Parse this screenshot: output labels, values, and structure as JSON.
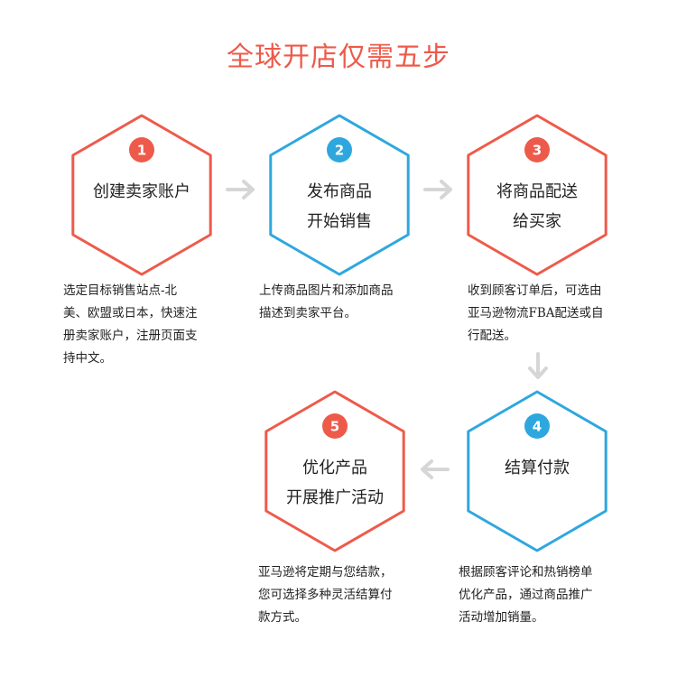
{
  "title": "全球开店仅需五步",
  "colors": {
    "red": "#ee5a4a",
    "blue": "#2ea7de",
    "arrow": "#d6d6d6",
    "title": "#ee5a4a"
  },
  "steps": [
    {
      "number": "1",
      "label_lines": [
        "创建卖家账户"
      ],
      "color": "red",
      "description": [
        "选定目标销售站点-北",
        "美、欧盟或日本，快速注",
        "册卖家账户，注册页面支",
        "持中文。"
      ]
    },
    {
      "number": "2",
      "label_lines": [
        "发布商品",
        "开始销售"
      ],
      "color": "blue",
      "description": [
        "上传商品图片和添加商品",
        "描述到卖家平台。"
      ]
    },
    {
      "number": "3",
      "label_lines": [
        "将商品配送",
        "给买家"
      ],
      "color": "red",
      "description": [
        "收到顾客订单后，可选由",
        "亚马逊物流FBA配送或自",
        "行配送。"
      ]
    },
    {
      "number": "4",
      "label_lines": [
        "结算付款"
      ],
      "color": "blue",
      "description": [
        "根据顾客评论和热销榜单",
        "优化产品，通过商品推广",
        "活动增加销量。"
      ]
    },
    {
      "number": "5",
      "label_lines": [
        "优化产品",
        "开展推广活动"
      ],
      "color": "red",
      "description": [
        "亚马逊将定期与您结款，",
        "您可选择多种灵活结算付",
        "款方式。"
      ]
    }
  ],
  "arrows": [
    {
      "from": "1",
      "to": "2",
      "direction": "right"
    },
    {
      "from": "2",
      "to": "3",
      "direction": "right"
    },
    {
      "from": "3",
      "to": "4",
      "direction": "down"
    },
    {
      "from": "4",
      "to": "5",
      "direction": "left"
    }
  ]
}
